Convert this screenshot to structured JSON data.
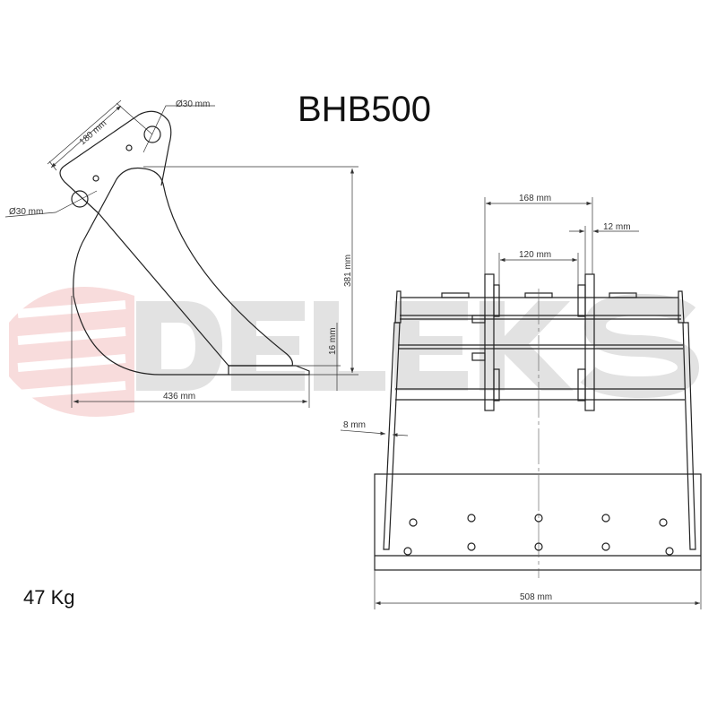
{
  "title": "BHB500",
  "weight": "47 Kg",
  "watermark": {
    "text": "DELEKS",
    "color": "#e0e0e0",
    "logo_color": "#f3c7c7"
  },
  "side_view": {
    "dims": {
      "pin_spacing": "180 mm",
      "pin_diameter_top": "Ø30 mm",
      "pin_diameter_bottom": "Ø30 mm",
      "height": "381 mm",
      "tooth": "16 mm",
      "length": "436 mm"
    }
  },
  "front_view": {
    "dims": {
      "ear_outer": "168 mm",
      "ear_thickness": "12 mm",
      "ear_inner": "120 mm",
      "side_thickness": "8 mm",
      "width": "508 mm"
    }
  }
}
